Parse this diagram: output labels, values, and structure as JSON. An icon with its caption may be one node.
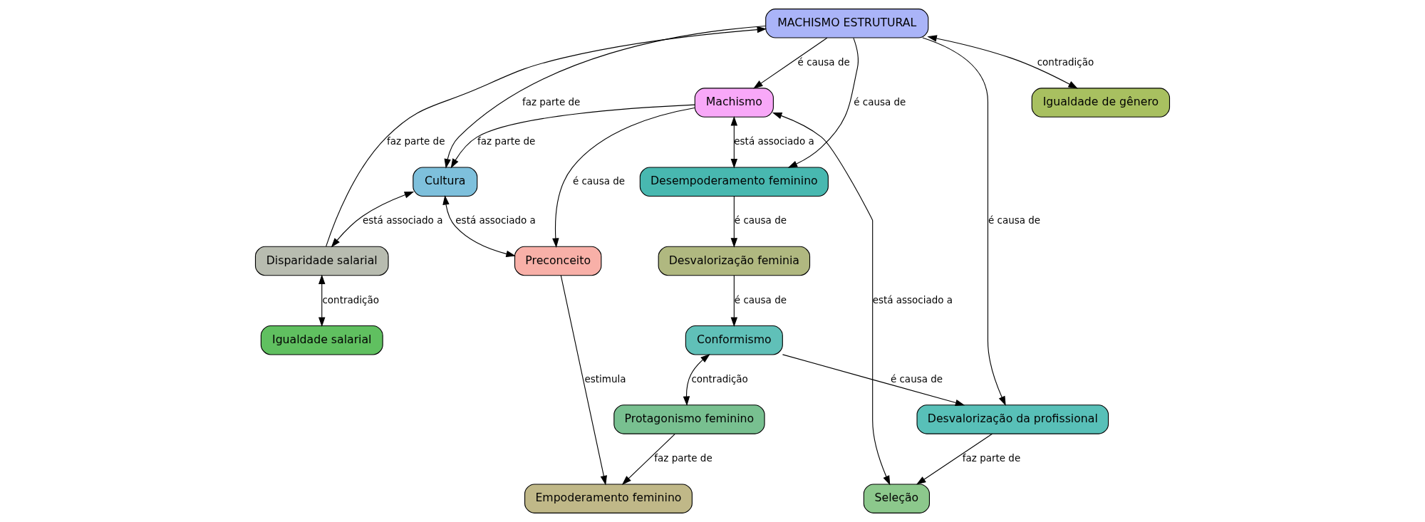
{
  "diagram": {
    "nodes": [
      {
        "text": [
          "MACHISMO ESTRUTURAL"
        ]
      },
      {
        "text": [
          "Cultura"
        ]
      },
      {
        "text": [
          "Igualdade de gênero"
        ]
      },
      {
        "text": [
          "Seleção"
        ]
      },
      {
        "text": [
          "Disparidade salarial"
        ]
      },
      {
        "text": [
          "Machismo"
        ]
      },
      {
        "text": [
          "Desempoderamento feminino"
        ]
      },
      {
        "text": [
          "Desvalorização da profissional"
        ]
      },
      {
        "text": [
          "Igualdade salarial"
        ]
      },
      {
        "text": [
          "Desvalorização feminia"
        ]
      },
      {
        "text": [
          "Conformismo"
        ]
      },
      {
        "text": [
          "Preconceito"
        ]
      },
      {
        "text": [
          "Empoderamento feminino"
        ]
      },
      {
        "text": [
          "Protagonismo feminino"
        ]
      }
    ],
    "edges": [
      {
        "from": 0,
        "to": 1,
        "arrow": "to",
        "label": "faz parte de"
      },
      {
        "from": 0,
        "to": 2,
        "arrow": "both",
        "label": "contradição"
      },
      {
        "from": 0,
        "to": 5,
        "arrow": "to",
        "label": "é causa de"
      },
      {
        "from": 0,
        "to": 6,
        "arrow": "to",
        "label": "é causa de"
      },
      {
        "from": 0,
        "to": 7,
        "arrow": "to",
        "label": "é causa de"
      },
      {
        "from": 4,
        "to": 0,
        "arrow": "to",
        "label": "faz parte de"
      },
      {
        "from": 5,
        "to": 1,
        "arrow": "to",
        "label": "faz parte de"
      },
      {
        "from": 1,
        "to": 4,
        "arrow": "both",
        "label": "está associado a"
      },
      {
        "from": 1,
        "to": 11,
        "arrow": "both",
        "label": "está associado a"
      },
      {
        "from": 5,
        "to": 6,
        "arrow": "both",
        "label": "está associado a"
      },
      {
        "from": 5,
        "to": 3,
        "arrow": "both",
        "label": "está associado a"
      },
      {
        "from": 4,
        "to": 8,
        "arrow": "both",
        "label": "contradição"
      },
      {
        "from": 5,
        "to": 11,
        "arrow": "to",
        "label": "é causa de"
      },
      {
        "from": 6,
        "to": 9,
        "arrow": "to",
        "label": "é causa de"
      },
      {
        "from": 9,
        "to": 10,
        "arrow": "to",
        "label": "é causa de"
      },
      {
        "from": 10,
        "to": 7,
        "arrow": "to",
        "label": "é causa de"
      },
      {
        "from": 7,
        "to": 3,
        "arrow": "to",
        "label": "faz parte de"
      },
      {
        "from": 10,
        "to": 13,
        "arrow": "both",
        "label": "contradição"
      },
      {
        "from": 11,
        "to": 12,
        "arrow": "to",
        "label": "estimula"
      },
      {
        "from": 13,
        "to": 12,
        "arrow": "to",
        "label": "faz parte de"
      }
    ]
  }
}
